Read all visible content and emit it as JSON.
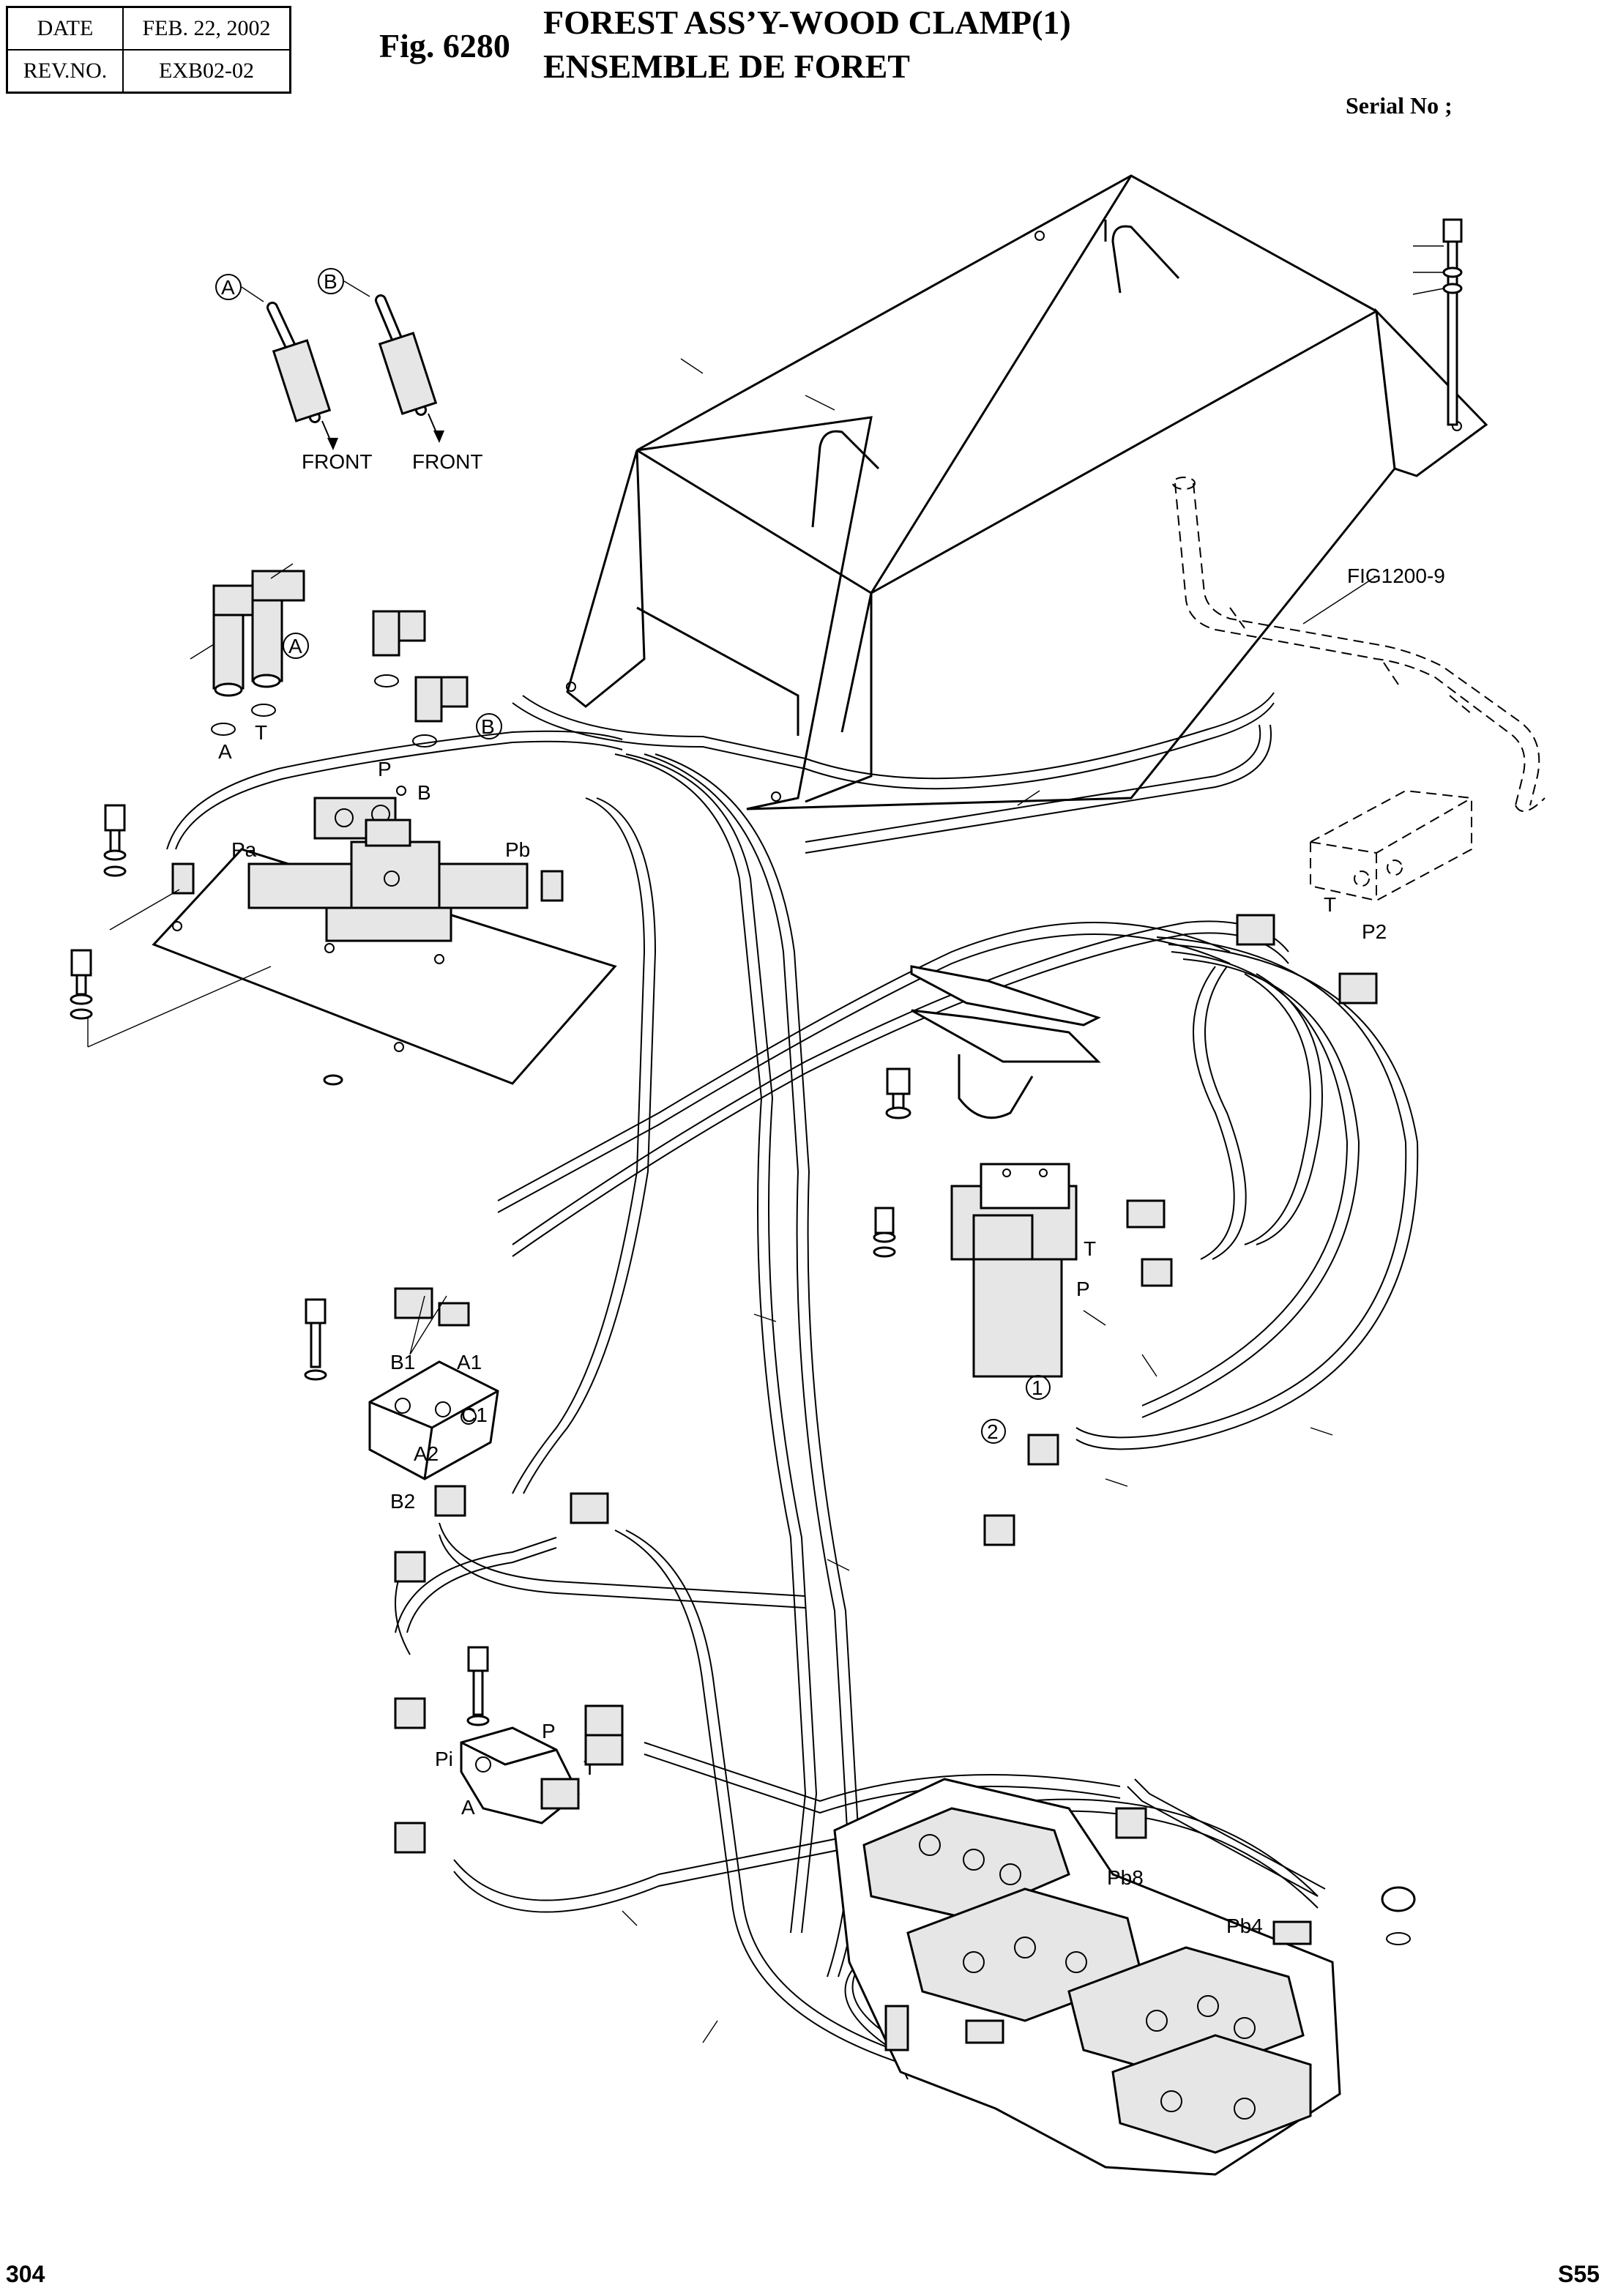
{
  "header": {
    "date_label": "DATE",
    "date_value": "FEB. 22, 2002",
    "rev_label": "REV.NO.",
    "rev_value": "EXB02-02",
    "fig_number": "Fig. 6280",
    "title_line1": "FOREST ASS’Y-WOOD CLAMP(1)",
    "title_line2": "ENSEMBLE DE FORET",
    "serial_label": "Serial No ;"
  },
  "footer": {
    "page_number": "304",
    "sheet_code": "S55"
  },
  "labels": {
    "callout_a": "A",
    "callout_b": "B",
    "front": "FRONT",
    "fig_ref": "FIG1200-9",
    "port_a": "A",
    "port_t": "T",
    "port_p": "P",
    "port_b": "B",
    "port_pa": "Pa",
    "port_pb": "Pb",
    "port_p2": "P2",
    "port_b1": "B1",
    "port_a1": "A1",
    "port_c1": "C1",
    "port_a2": "A2",
    "port_b2": "B2",
    "port_pi": "Pi",
    "port_pb8": "Pb8",
    "port_pb4": "Pb4",
    "num_1": "1",
    "num_2": "2"
  }
}
